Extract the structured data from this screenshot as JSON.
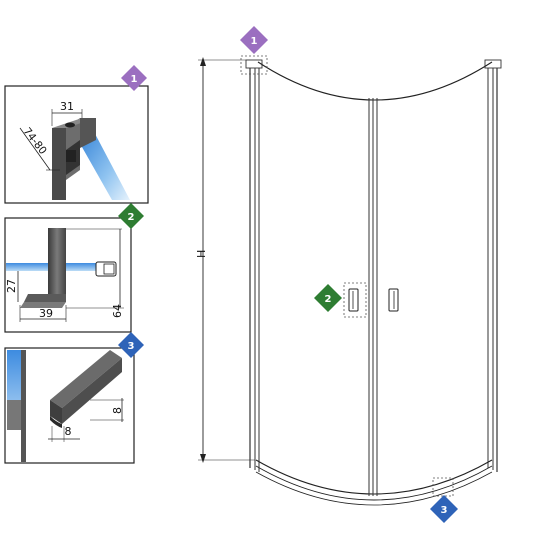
{
  "colors": {
    "badge_1": "#9b6fc0",
    "badge_2": "#2e7d32",
    "badge_3": "#2e63b8",
    "glass": "#4a9de6",
    "metal": "#5a5a5a",
    "line": "#2a2a2a"
  },
  "markers": {
    "m1": "1",
    "m2": "2",
    "m3": "3"
  },
  "main": {
    "height_label": "H"
  },
  "detail1": {
    "width": "31",
    "range": "74-80"
  },
  "detail2": {
    "height_small": "27",
    "width": "39",
    "height_total": "64"
  },
  "detail3": {
    "height": "8",
    "width": "8"
  }
}
